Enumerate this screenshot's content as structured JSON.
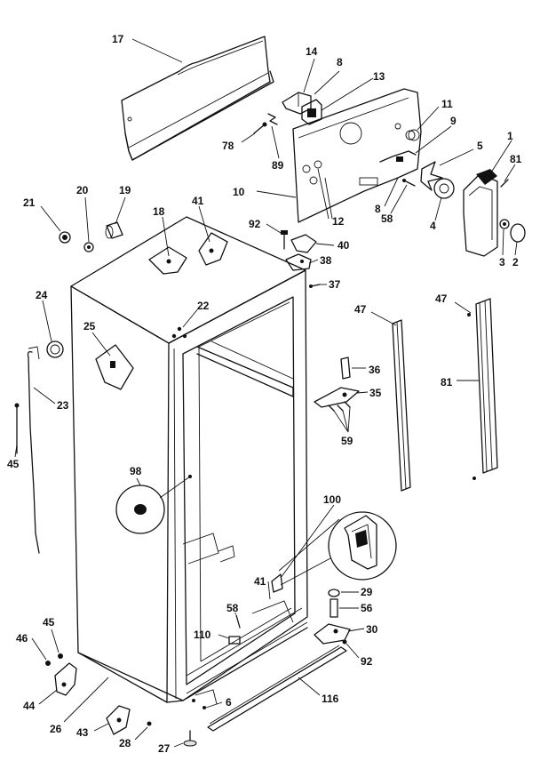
{
  "callouts": {
    "c17": "17",
    "c14": "14",
    "c8a": "8",
    "c13": "13",
    "c78": "78",
    "c89": "89",
    "c11": "11",
    "c9": "9",
    "c5": "5",
    "c1": "1",
    "c81a": "81",
    "c10": "10",
    "c8b": "8",
    "c58a": "58",
    "c4": "4",
    "c12": "12",
    "c3": "3",
    "c2": "2",
    "c21": "21",
    "c20": "20",
    "c19": "19",
    "c18": "18",
    "c41a": "41",
    "c92a": "92",
    "c40": "40",
    "c38": "38",
    "c37": "37",
    "c24": "24",
    "c22": "22",
    "c25": "25",
    "c47a": "47",
    "c47b": "47",
    "c36": "36",
    "c35": "35",
    "c23": "23",
    "c81b": "81",
    "c59": "59",
    "c45a": "45",
    "c98": "98",
    "c100": "100",
    "c41b": "41",
    "c29": "29",
    "c56": "56",
    "c58b": "58",
    "c30": "30",
    "c110": "110",
    "c92b": "92",
    "c45b": "45",
    "c46": "46",
    "c6": "6",
    "c116": "116",
    "c44": "44",
    "c26": "26",
    "c43": "43",
    "c28": "28",
    "c27": "27"
  }
}
